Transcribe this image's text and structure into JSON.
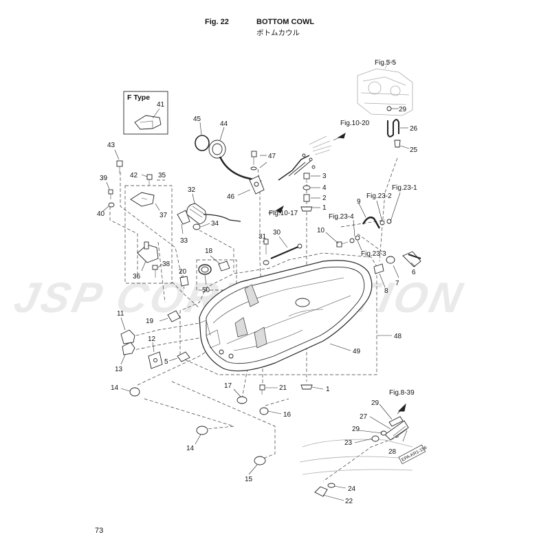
{
  "header": {
    "fig_number": "Fig. 22",
    "title": "BOTTOM COWL",
    "title_jp": "ボトムカウル"
  },
  "watermark": "JSP CORPORATION",
  "page_number": "73",
  "inset": {
    "title": "F Type",
    "part": "41"
  },
  "refs": {
    "fig_5_5": "Fig.5-5",
    "fig_10_20": "Fig.10-20",
    "fig_10_17": "Fig.10-17",
    "fig_23_1": "Fig.23-1",
    "fig_23_2": "Fig.23-2",
    "fig_23_3": "Fig.23-3",
    "fig_23_4": "Fig.23-4",
    "fig_8_39": "Fig.8-39"
  },
  "tag_text": "EPA-KR1-156",
  "parts": {
    "p1a": "1",
    "p1b": "1",
    "p2": "2",
    "p3": "3",
    "p4": "4",
    "p5": "5",
    "p6": "6",
    "p7": "7",
    "p8": "8",
    "p9": "9",
    "p10": "10",
    "p11": "11",
    "p12": "12",
    "p13": "13",
    "p14a": "14",
    "p14b": "14",
    "p15": "15",
    "p16": "16",
    "p17": "17",
    "p18": "18",
    "p19": "19",
    "p20": "20",
    "p21": "21",
    "p22": "22",
    "p23": "23",
    "p24": "24",
    "p25": "25",
    "p26": "26",
    "p27": "27",
    "p28": "28",
    "p29a": "29",
    "p29b": "29",
    "p29c": "29",
    "p30": "30",
    "p31": "31",
    "p32": "32",
    "p33": "33",
    "p34": "34",
    "p35": "35",
    "p36": "36",
    "p37": "37",
    "p38": "38",
    "p39": "39",
    "p40": "40",
    "p42": "42",
    "p43": "43",
    "p44": "44",
    "p45": "45",
    "p46": "46",
    "p47": "47",
    "p48": "48",
    "p49": "49",
    "p50": "50"
  }
}
